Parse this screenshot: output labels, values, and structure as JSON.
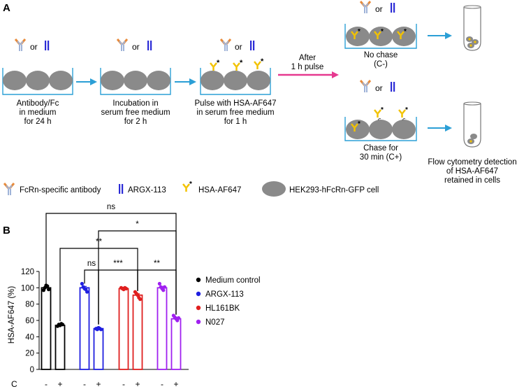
{
  "panel_a": {
    "label": "A",
    "or_word": "or",
    "steps": [
      {
        "lines": [
          "Antibody/Fc",
          "in medium",
          "for 24 h"
        ]
      },
      {
        "lines": [
          "Incubation in",
          "serum free medium",
          "for 2 h"
        ]
      },
      {
        "lines": [
          "Pulse with HSA-AF647",
          "in serum free medium",
          "for 1 h"
        ]
      }
    ],
    "pulse_arrow": {
      "lines": [
        "After",
        "1 h pulse"
      ],
      "color": "#e6398f"
    },
    "no_chase": {
      "lines": [
        "No chase",
        "(C-)"
      ]
    },
    "chase": {
      "lines": [
        "Chase for",
        "30 min (C+)"
      ]
    },
    "flow": {
      "lines": [
        "Flow cytometry detection",
        "of HSA-AF647",
        "retained in cells"
      ]
    },
    "star": "*",
    "legend": {
      "antibody": "FcRn-specific antibody",
      "argx": "ARGX-113",
      "hsa": "HSA-AF647",
      "cell": "HEK293-hFcRn-GFP cell"
    },
    "colors": {
      "flow_arrow": "#2b9fd6",
      "dish": "#2b9fd6",
      "cell": "#8a8a8a",
      "antibody_orange": "#e88a3a",
      "antibody_blue": "#9fb3d8",
      "argx": "#2b2bd6",
      "hsa": "#f2c200"
    }
  },
  "panel_b": {
    "label": "B",
    "condition_label": "C",
    "cond_signs": [
      "-",
      "+"
    ],
    "chart_data": {
      "type": "bar",
      "ylabel": "HSA-AF647 (%)",
      "ylim": [
        0,
        120
      ],
      "yticks": [
        0,
        20,
        40,
        60,
        80,
        100,
        120
      ],
      "categories": [
        "-",
        "+"
      ],
      "series": [
        {
          "name": "Medium control",
          "color": "#000000",
          "values": [
            100,
            54
          ],
          "points": [
            [
              97,
              100,
              103,
              102,
              98
            ],
            [
              53,
              55,
              54,
              56,
              55
            ]
          ]
        },
        {
          "name": "ARGX-113",
          "color": "#1f1fe0",
          "values": [
            100,
            50
          ],
          "points": [
            [
              105,
              101,
              99,
              98,
              95
            ],
            [
              50,
              49,
              51,
              50,
              49
            ]
          ]
        },
        {
          "name": "HL161BK",
          "color": "#e01f1f",
          "values": [
            99,
            91
          ],
          "points": [
            [
              100,
              99,
              98,
              100,
              99
            ],
            [
              95,
              93,
              91,
              88,
              86
            ]
          ]
        },
        {
          "name": "N027",
          "color": "#a020f0",
          "values": [
            100,
            62
          ],
          "points": [
            [
              105,
              101,
              99,
              97,
              101
            ],
            [
              66,
              64,
              62,
              60,
              63
            ]
          ]
        }
      ],
      "significance": [
        {
          "text": "ns"
        },
        {
          "text": "*"
        },
        {
          "text": "**"
        },
        {
          "text": "ns"
        },
        {
          "text": "***"
        },
        {
          "text": "**"
        }
      ]
    }
  }
}
